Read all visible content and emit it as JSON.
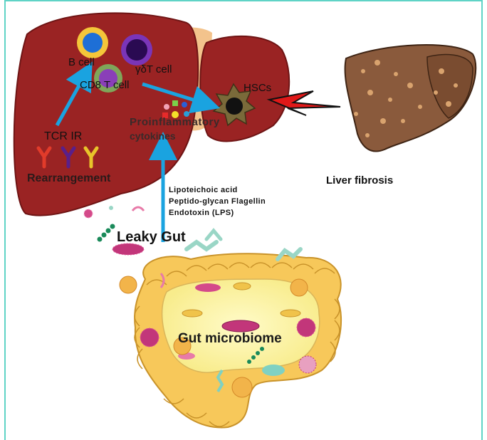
{
  "labels": {
    "b_cell": "B cell",
    "gamma_delta_t_cell": "γδT cell",
    "cd8_t_cell": "CD8 T cell",
    "tcr_ir": "TCR IR",
    "rearrangement": "Rearrangement",
    "proinflammatory_line1": "Proinflammatory",
    "proinflammatory_line2": "cytokines",
    "hscs": "HSCs",
    "liver_fibrosis": "Liver fibrosis",
    "lipoteichoic_acid": "Lipoteichoic acid",
    "peptidoglycan_flagellin": "Peptido-glycan Flagellin",
    "endotoxin": "Endotoxin (LPS)",
    "leaky_gut": "Leaky Gut",
    "gut_microbiome": "Gut microbiome"
  },
  "colors": {
    "liver": "#9a2323",
    "liver_dark": "#6e1414",
    "fibrotic_liver": "#8a5a3c",
    "arrow": "#1aa3e0",
    "frame": "#5fd3c6",
    "intestine": "#f7c85a",
    "gut_inner": "#fcf3a8"
  },
  "icons": {
    "arrow_tcr": "arrow-up-right-icon",
    "arrow_to_hsc": "arrow-right-icon",
    "arrow_pamps": "arrow-up-icon",
    "lightning": "lightning-bolt-icon"
  }
}
